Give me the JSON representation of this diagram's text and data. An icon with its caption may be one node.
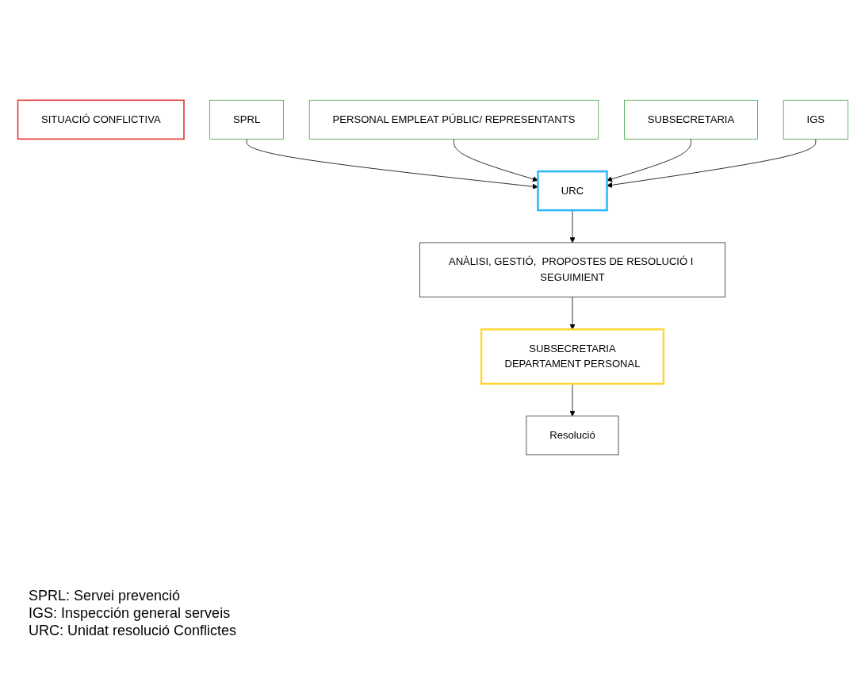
{
  "diagram": {
    "nodes": [
      {
        "text": [
          "SITUACIÓ CONFLICTIVA"
        ]
      },
      {
        "text": [
          "SPRL"
        ]
      },
      {
        "text": [
          "PERSONAL EMPLEAT PÚBLIC/ REPRESENTANTS"
        ]
      },
      {
        "text": [
          "SUBSECRETARIA"
        ]
      },
      {
        "text": [
          "IGS"
        ]
      },
      {
        "text": [
          "URC"
        ]
      },
      {
        "text": [
          "ANÀLISI, GESTIÓ,  PROPOSTES DE RESOLUCIÓ I SEGUIMIENT"
        ]
      },
      {
        "text": [
          "SUBSECRETARIA",
          "DEPARTAMENT  PERSONAL"
        ]
      },
      {
        "text": [
          "Resolució"
        ]
      }
    ],
    "edges": [
      {
        "from": 1,
        "to": 5,
        "arrow": "to"
      },
      {
        "from": 2,
        "to": 5,
        "arrow": "to"
      },
      {
        "from": 3,
        "to": 5,
        "arrow": "to"
      },
      {
        "from": 4,
        "to": 5,
        "arrow": "to"
      },
      {
        "from": 5,
        "to": 6,
        "arrow": "to"
      },
      {
        "from": 6,
        "to": 7,
        "arrow": "to"
      },
      {
        "from": 7,
        "to": 8,
        "arrow": "to"
      }
    ],
    "labels": [
      "SPRL: Servei prevenció",
      "IGS: Inspección general serveis",
      "URC: Unidat resolució Conflictes"
    ]
  }
}
